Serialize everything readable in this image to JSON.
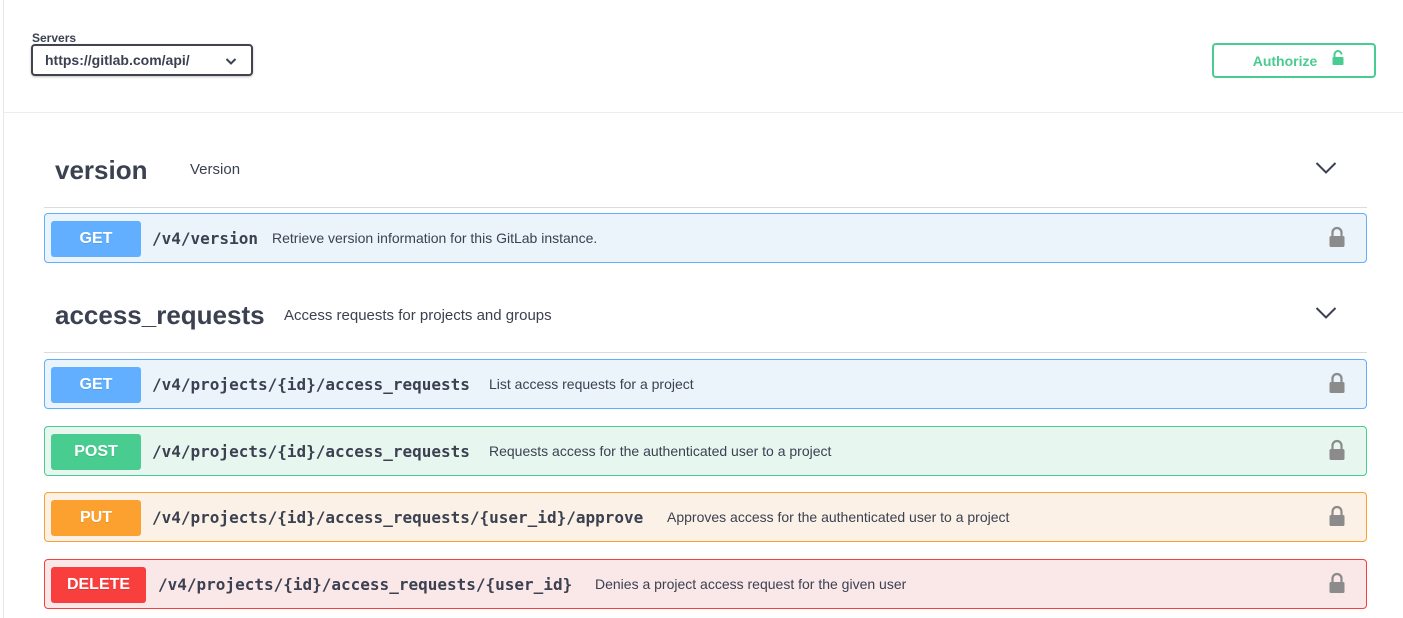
{
  "servers": {
    "label": "Servers",
    "selected": "https://gitlab.com/api/"
  },
  "authorize": {
    "label": "Authorize"
  },
  "colors": {
    "get": "#61affe",
    "post": "#49cc90",
    "put": "#fca130",
    "delete": "#f93e3e",
    "authorize": "#49cc90"
  },
  "tags": [
    {
      "name": "version",
      "description": "Version",
      "operations": [
        {
          "method": "GET",
          "path": "/v4/version",
          "summary": "Retrieve version information for this GitLab instance.",
          "icon": "lock-icon"
        }
      ]
    },
    {
      "name": "access_requests",
      "description": "Access requests for projects and groups",
      "operations": [
        {
          "method": "GET",
          "path": "/v4/projects/{id}/access_requests",
          "summary": "List access requests for a project",
          "icon": "lock-icon"
        },
        {
          "method": "POST",
          "path": "/v4/projects/{id}/access_requests",
          "summary": "Requests access for the authenticated user to a project",
          "icon": "lock-icon"
        },
        {
          "method": "PUT",
          "path": "/v4/projects/{id}/access_requests/{user_id}/approve",
          "summary": "Approves access for the authenticated user to a project",
          "icon": "lock-icon"
        },
        {
          "method": "DELETE",
          "path": "/v4/projects/{id}/access_requests/{user_id}",
          "summary": "Denies a project access request for the given user",
          "icon": "lock-icon"
        }
      ]
    }
  ]
}
